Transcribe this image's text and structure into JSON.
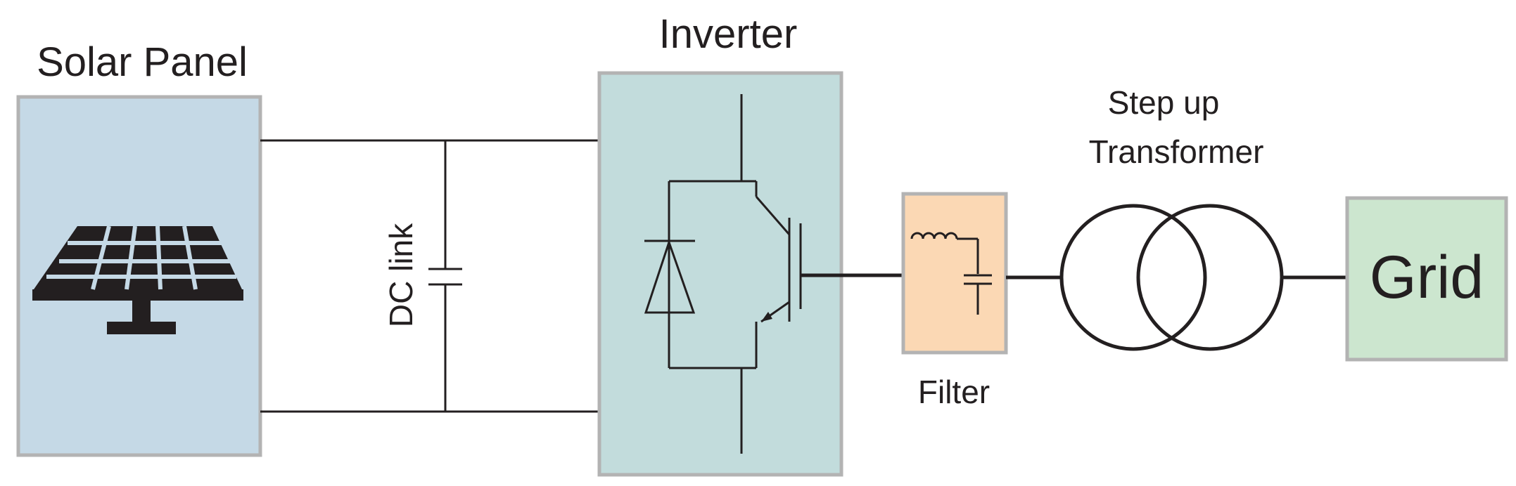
{
  "blocks": {
    "solar_panel": {
      "label": "Solar Panel",
      "fill": "#c5d9e6"
    },
    "dc_link": {
      "label": "DC link"
    },
    "inverter": {
      "label": "Inverter",
      "fill": "#c2dcdc"
    },
    "filter": {
      "label": "Filter",
      "fill": "#fbd8b4"
    },
    "transformer": {
      "label_line1": "Step up",
      "label_line2": "Transformer"
    },
    "grid": {
      "label": "Grid",
      "fill": "#cce6cf"
    }
  },
  "colors": {
    "stroke": "#231f20",
    "border": "#b3b3b3"
  },
  "icons": [
    "solar-panel-icon",
    "diode-symbol",
    "igbt-symbol",
    "inductor-symbol",
    "capacitor-symbol",
    "transformer-symbol"
  ]
}
